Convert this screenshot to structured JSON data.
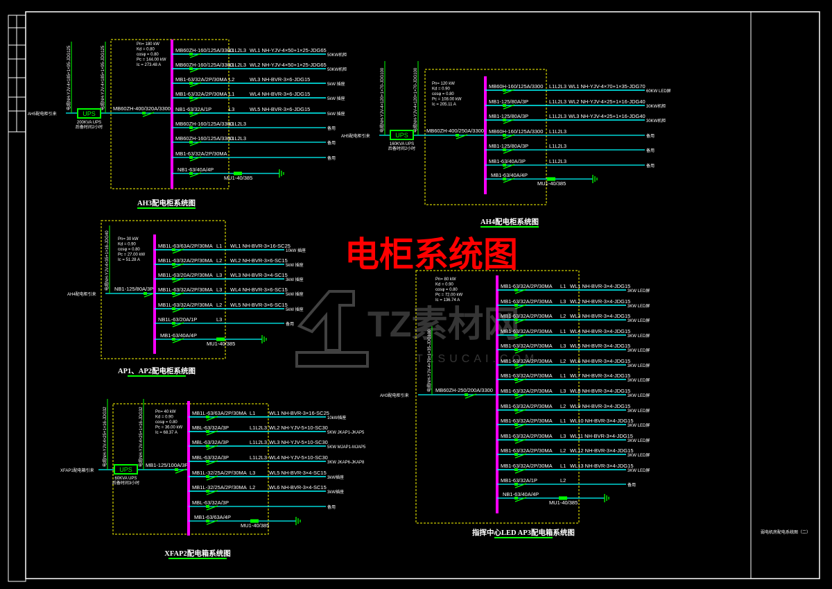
{
  "big_title": "电柜系统图",
  "watermark": {
    "brand": "TZ素材网",
    "url": "TZSUCAI.COM"
  },
  "title_block": {
    "drawing_name": "弱电机房配电系统图（二）"
  },
  "colors": {
    "background": "#000000",
    "frame": "#ffffff",
    "bus": "#ff00ff",
    "feeder": "#00ffff",
    "breaker": "#00ff00",
    "box": "#ffff00",
    "big_title": "#ff0000"
  },
  "panels": [
    {
      "title": "AH3配电柜系统图",
      "source": "AH5配电柜引来",
      "cables_in": [
        "电缆NH-YJV-4×185+1×95-JDG125",
        "电缆NH-YJV-4×185+1×95-JDG125"
      ],
      "ups": {
        "label": "UPS",
        "rating": "200KVA UPS",
        "note": "后备时间2小时"
      },
      "main_breaker": "MB60ZH-400/320A/3300",
      "params": [
        "Pn= 180 kW",
        "Kd = 0.80",
        "cosφ = 0.80",
        "Pc = 144.00 kW",
        "Ic = 273.48 A"
      ],
      "circuits": [
        {
          "breaker": "MB60ZH-160/125A/3300",
          "phase": "L1L2L3",
          "cable": "WL1 NH-YJV-4×50+1×25-JDG65",
          "load": "50KW机柜"
        },
        {
          "breaker": "MB60ZH-160/125A/3300",
          "phase": "L1L2L3",
          "cable": "WL2 NH-YJV-4×50+1×25-JDG65",
          "load": "50KW机柜"
        },
        {
          "breaker": "MB1-63/32A/2P/30MA",
          "phase": "L2",
          "cable": "WL3 NH-BVR-3×6-JDG15",
          "load": "5kW 插座"
        },
        {
          "breaker": "MB1-63/32A/2P/30MA",
          "phase": "L1",
          "cable": "WL4 NH-BVR-3×6-JDG15",
          "load": "5kW 插座"
        },
        {
          "breaker": "NB1-63/32A/1P",
          "phase": "L3",
          "cable": "WL5 NH-BVR-3×6-JDG15",
          "load": "5kW 插座"
        },
        {
          "breaker": "MB60ZH-160/125A/3300",
          "phase": "L1L2L3",
          "cable": "",
          "load": "备用"
        },
        {
          "breaker": "MB60ZH-160/125A/3300",
          "phase": "L1L2L3",
          "cable": "",
          "load": "备用"
        },
        {
          "breaker": "MB1-63/32A/2P/30MA",
          "phase": "",
          "cable": "",
          "load": "备用"
        }
      ],
      "spd": {
        "breaker": "NB1-63/40A/4P",
        "device": "MU1-40/385"
      }
    },
    {
      "title": "AH4配电柜系统图",
      "source": "AH5配电柜引来",
      "cables_in": [
        "电缆NH-YJV-4×120+1×70-JDG100",
        "电缆NH-YJV-4×120+1×70-JDG100"
      ],
      "ups": {
        "label": "UPS",
        "rating": "160KVA UPS",
        "note": "后备时间2小时"
      },
      "main_breaker": "MB60ZH-400/250A/3300",
      "params": [
        "Pn= 120 kW",
        "Kd = 0.90",
        "cosφ = 0.80",
        "Pc = 108.00 kW",
        "Ic = 205.11 A"
      ],
      "circuits": [
        {
          "breaker": "MB60H-160/125A/3300",
          "phase": "L1L2L3",
          "cable": "WL1 NH-YJV-4×70+1×35-JDG70",
          "load": "60KW LED屏"
        },
        {
          "breaker": "MB1-125/80A/3P",
          "phase": "L1L2L3",
          "cable": "WL2 NH-YJV-4×25+1×16-JDG40",
          "load": "30KW机柜"
        },
        {
          "breaker": "MB1-125/80A/3P",
          "phase": "L1L2L3",
          "cable": "WL3 NH-YJV-4×25+1×16-JDG40",
          "load": "30KW机柜"
        },
        {
          "breaker": "MB60H-160/125A/3300",
          "phase": "L1L2L3",
          "cable": "",
          "load": "备用"
        },
        {
          "breaker": "MB1-125/80A/3P",
          "phase": "L1L2L3",
          "cable": "",
          "load": "备用"
        },
        {
          "breaker": "MB1-63/40A/3P",
          "phase": "L1L2L3",
          "cable": "",
          "load": "备用"
        }
      ],
      "spd": {
        "breaker": "MB1-63/40A/4P",
        "device": "MU1-40/385"
      }
    },
    {
      "title": "AP1、AP2配电柜系统图",
      "source": "AH4配电柜引来",
      "cables_in": [
        "电缆NH-YJV-4×35+1×16-JDG40"
      ],
      "ups": null,
      "main_breaker": "NB1-125/80A/3P",
      "params": [
        "Pn= 30 kW",
        "Kd = 0.90",
        "cosφ = 0.80",
        "Pc = 27.00 kW",
        "Ic = 51.28 A"
      ],
      "circuits": [
        {
          "breaker": "MB1L-63/63A/2P/30MA",
          "phase": "L1",
          "cable": "WL1 NH-BVR-3×16-SC25",
          "load": "10kW 插座"
        },
        {
          "breaker": "MB1L-63/32A/2P/30MA",
          "phase": "L2",
          "cable": "WL2 NH-BVR-3×6-SC15",
          "load": "5kW 插座"
        },
        {
          "breaker": "MB1L-63/20A/2P/30MA",
          "phase": "L3",
          "cable": "WL3 NH-BVR-3×4-SC15",
          "load": "3kW 插座"
        },
        {
          "breaker": "MB1L-63/32A/2P/30MA",
          "phase": "L3",
          "cable": "WL4 NH-BVR-3×6-SC15",
          "load": "5kW 插座"
        },
        {
          "breaker": "MB1L-63/32A/2P/30MA",
          "phase": "L2",
          "cable": "WL5 NH-BVR-3×6-SC15",
          "load": "5kW 插座"
        },
        {
          "breaker": "NB1L-63/20A/1P",
          "phase": "L3",
          "cable": "",
          "load": "备用"
        }
      ],
      "spd": {
        "breaker": "MB1-63/40A/4P",
        "device": "MU1-40/385"
      }
    },
    {
      "title": "XFAP2配电箱系统图",
      "source": "XFAP1配电箱引来",
      "cables_in": [
        "电缆NH-YJV-4×25+1×16-JDG32",
        "电缆NH-YJV-4×25+1×16-JDG32"
      ],
      "ups": {
        "label": "UPS",
        "rating": "60KVA UPS",
        "note": "后备时间3小时"
      },
      "main_breaker": "MB1-125/100A/3P",
      "params": [
        "Pn= 40 kW",
        "Kd = 0.90",
        "cosφ = 0.80",
        "Pc = 36.00 kW",
        "Ic = 68.37 A"
      ],
      "circuits": [
        {
          "breaker": "MB1L-63/63A/2P/30MA",
          "phase": "L1",
          "cable": "WL1 NH-BVR-3×16-SC25",
          "load": "10kW插座"
        },
        {
          "breaker": "MBL-63/32A/3P",
          "phase": "L1L2L3",
          "cable": "WL2 NH-YJV-5×10-SC30",
          "load": "5KW JKAP1-JKAP5"
        },
        {
          "breaker": "MBL-63/32A/3P",
          "phase": "L1L2L3",
          "cable": "WL3 NH-YJV-5×10-SC30",
          "load": "5KW MJAP1-MJAP5"
        },
        {
          "breaker": "MBL-63/32A/3P",
          "phase": "L1L2L3",
          "cable": "WL4 NH-YJV-5×10-SC30",
          "load": "3KW JKAP6-JKAP8"
        },
        {
          "breaker": "MB1L-32/25A/2P/30MA",
          "phase": "L3",
          "cable": "WL5 NH-BVR-3×4-SC15",
          "load": "3kW插座"
        },
        {
          "breaker": "MB1L-32/25A/2P/30MA",
          "phase": "L2",
          "cable": "WL6 NH-BVR-3×4-SC15",
          "load": "3kW插座"
        },
        {
          "breaker": "MBL-63/32A/3P",
          "phase": "",
          "cable": "",
          "load": "备用"
        }
      ],
      "spd": {
        "breaker": "MB1-63/63A/4P",
        "device": "MU1-40/385"
      }
    },
    {
      "title": "指挥中心LED AP3配电箱系统图",
      "source": "AH3配电柜引来",
      "cables_in": [
        "电缆NH-YJV-4×70+1×35-JDG100"
      ],
      "ups": null,
      "main_breaker": "MB60ZH-250/200A/3300",
      "params": [
        "Pn= 80 kW",
        "Kd = 0.90",
        "cosφ = 0.80",
        "Pc = 72.00 kW",
        "Ic = 136.74 A"
      ],
      "circuits": [
        {
          "breaker": "MB1-63/32A/2P/30MA",
          "phase": "L1",
          "cable": "WL1 NH-BVR-3×4-JDG15",
          "load": "3KW LED屏"
        },
        {
          "breaker": "MB1-63/32A/2P/30MA",
          "phase": "L3",
          "cable": "WL2 NH-BVR-3×4-JDG15",
          "load": "3KW LED屏"
        },
        {
          "breaker": "MB1-63/32A/2P/30MA",
          "phase": "L2",
          "cable": "WL3 NH-BVR-3×4-JDG15",
          "load": "3KW LED屏"
        },
        {
          "breaker": "MB1-63/32A/2P/30MA",
          "phase": "L1",
          "cable": "WL4 NH-BVR-3×4-JDG15",
          "load": "3KW LED屏"
        },
        {
          "breaker": "MB1-63/32A/2P/30MA",
          "phase": "L3",
          "cable": "WL5 NH-BVR-3×4-JDG15",
          "load": "3KW LED屏"
        },
        {
          "breaker": "MB1-63/32A/2P/30MA",
          "phase": "L2",
          "cable": "WL6 NH-BVR-3×4-JDG15",
          "load": "3KW LED屏"
        },
        {
          "breaker": "MB1-63/32A/2P/30MA",
          "phase": "L1",
          "cable": "WL7 NH-BVR-3×4-JDG15",
          "load": "3KW LED屏"
        },
        {
          "breaker": "MB1-63/32A/2P/30MA",
          "phase": "L3",
          "cable": "WL8 NH-BVR-3×4-JDG15",
          "load": "3KW LED屏"
        },
        {
          "breaker": "MB1-63/32A/2P/30MA",
          "phase": "L2",
          "cable": "WL9 NH-BVR-3×4-JDG15",
          "load": "3KW LED屏"
        },
        {
          "breaker": "MB1-63/32A/2P/30MA",
          "phase": "L1",
          "cable": "WL10 NH-BVR-3×4-JDG15",
          "load": "3KW LED屏"
        },
        {
          "breaker": "MB1-63/32A/2P/30MA",
          "phase": "L3",
          "cable": "WL11 NH-BVR-3×4-JDG15",
          "load": "3KW LED屏"
        },
        {
          "breaker": "MB1-63/32A/2P/30MA",
          "phase": "L2",
          "cable": "WL12 NH-BVR-3×4-JDG15",
          "load": "3KW LED屏"
        },
        {
          "breaker": "MB1-63/32A/2P/30MA",
          "phase": "L1",
          "cable": "WL13 NH-BVR-3×4-JDG15",
          "load": "3KW LED屏"
        },
        {
          "breaker": "MB1-63/32A/1P",
          "phase": "L2",
          "cable": "",
          "load": "备用"
        }
      ],
      "spd": {
        "breaker": "NB1-63/40A/4P",
        "device": "MU1-40/385"
      }
    }
  ]
}
